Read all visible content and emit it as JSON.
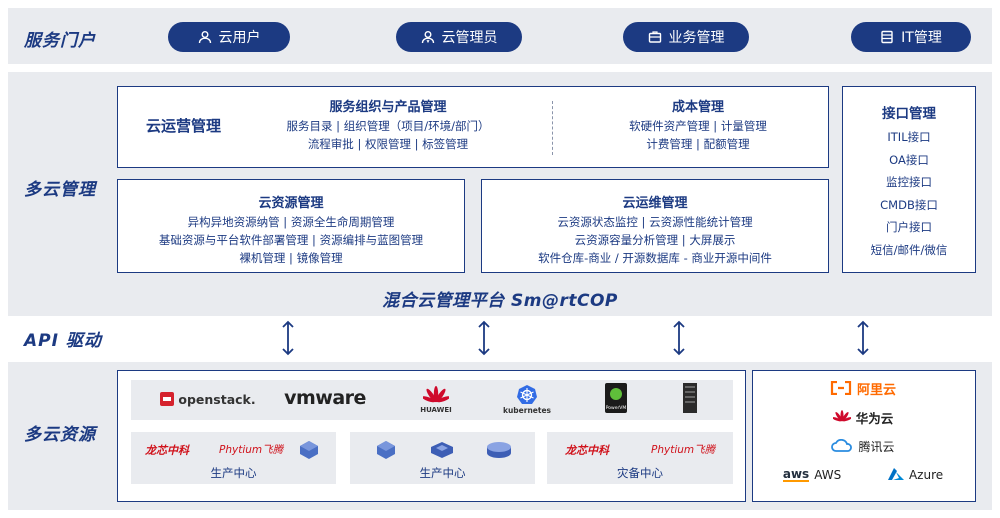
{
  "rows": {
    "portal": "服务门户",
    "multi_mgmt": "多云管理",
    "api": "API 驱动",
    "resources": "多云资源"
  },
  "portal_buttons": [
    "云用户",
    "云管理员",
    "业务管理",
    "IT管理"
  ],
  "ops_mgmt": {
    "label": "云运营管理",
    "service": {
      "title": "服务组织与产品管理",
      "lines": [
        "服务目录 | 组织管理（项目/环境/部门）",
        "流程审批 | 权限管理 | 标签管理"
      ]
    },
    "cost": {
      "title": "成本管理",
      "lines": [
        "软硬件资产管理 | 计量管理",
        "计费管理 | 配额管理"
      ]
    }
  },
  "resource_mgmt": {
    "title": "云资源管理",
    "lines": [
      "异构异地资源纳管 | 资源全生命周期管理",
      "基础资源与平台软件部署管理 | 资源编排与蓝图管理",
      "裸机管理 | 镜像管理"
    ]
  },
  "ops_maint": {
    "title": "云运维管理",
    "lines": [
      "云资源状态监控 | 云资源性能统计管理",
      "云资源容量分析管理 | 大屏展示",
      "软件仓库-商业 / 开源数据库 - 商业开源中间件"
    ]
  },
  "interface": {
    "title": "接口管理",
    "items": [
      "ITIL接口",
      "OA接口",
      "监控接口",
      "CMDB接口",
      "门户接口",
      "短信/邮件/微信"
    ]
  },
  "platform_title": "混合云管理平台 Sm@rtCOP",
  "vendors": {
    "openstack": "openstack.",
    "vmware": "vmware",
    "huawei": "HUAWEI",
    "kubernetes": "kubernetes",
    "powervm": "PowerVM"
  },
  "datacenters": [
    {
      "label": "生产中心",
      "loongson": "龙芯中科",
      "phytium": "Phytium飞腾"
    },
    {
      "label": "生产中心"
    },
    {
      "label": "灾备中心",
      "loongson": "龙芯中科",
      "phytium": "Phytium飞腾"
    }
  ],
  "public_clouds": [
    "阿里云",
    "华为云",
    "腾讯云",
    "AWS",
    "Azure"
  ],
  "aws_logo": "aws",
  "colors": {
    "primary": "#1c3a82",
    "band": "#e9ebef",
    "aliyun": "#ff6a00",
    "huawei": "#cf0a2c",
    "loongson": "#d0121b"
  }
}
